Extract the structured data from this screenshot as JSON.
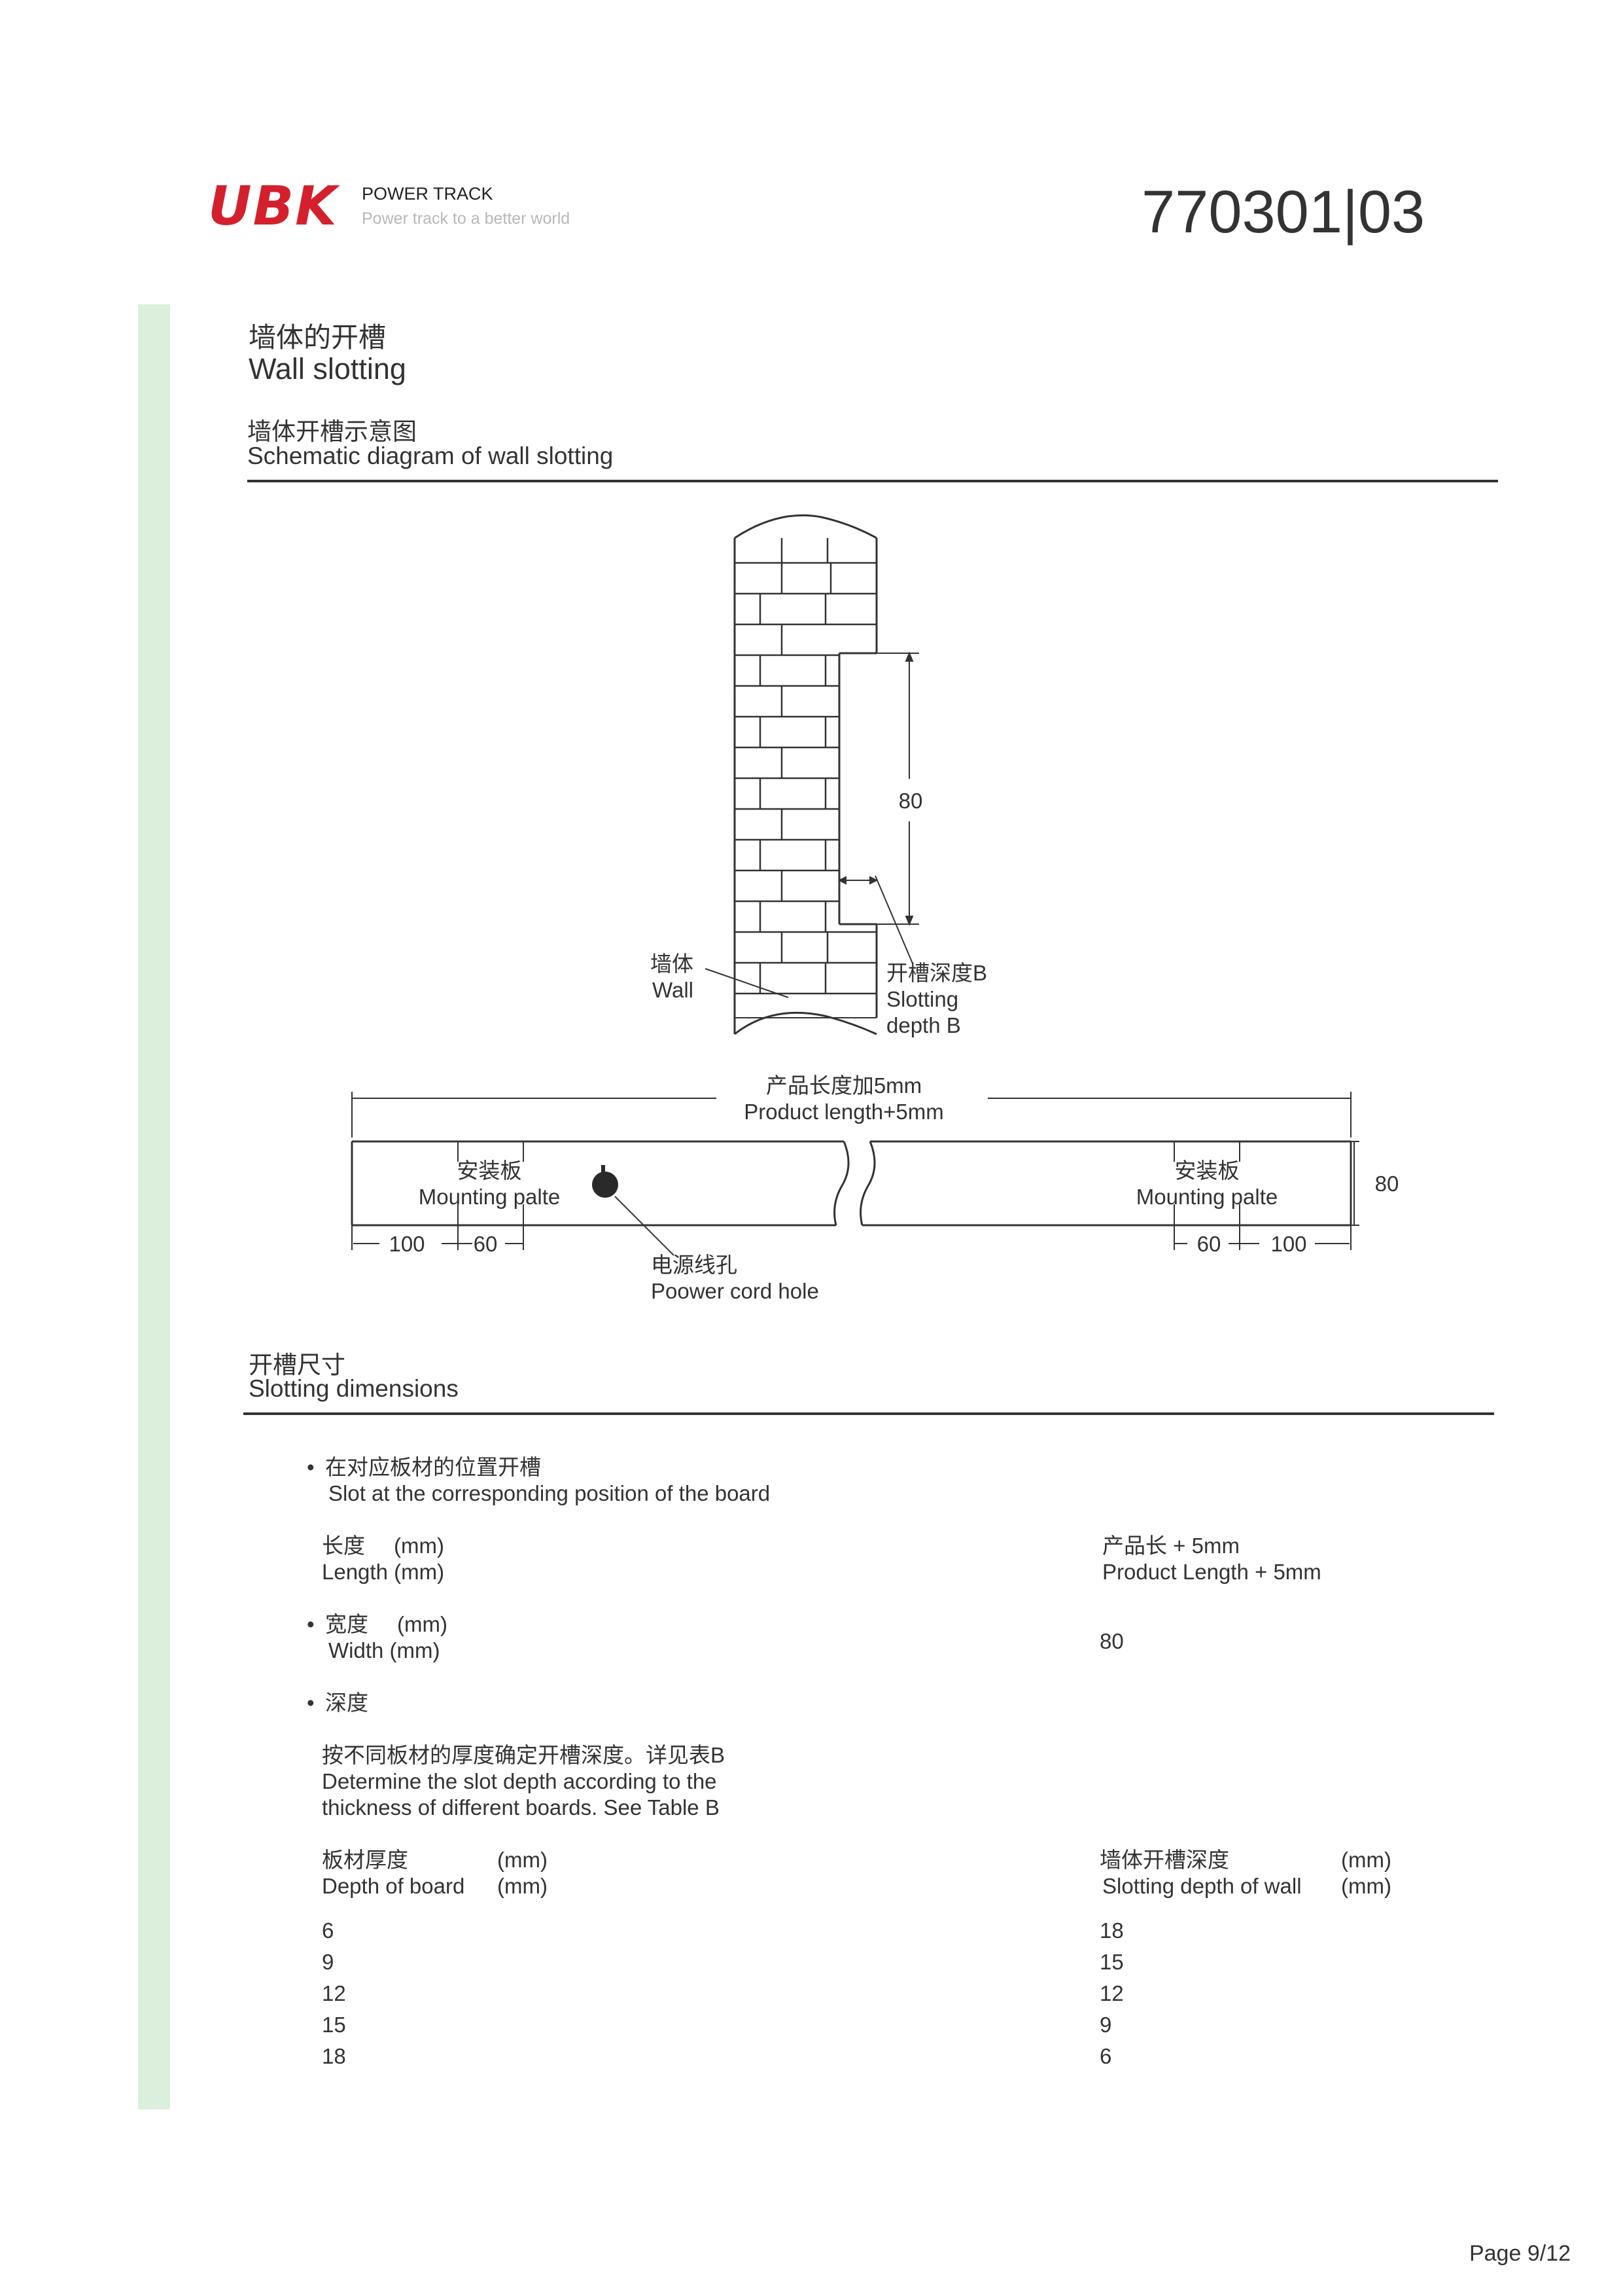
{
  "header": {
    "logo": "UBK",
    "product_line": "POWER TRACK",
    "slogan": "Power track to a better world",
    "doc_number": "770301|03"
  },
  "section1": {
    "title_cn": "墙体的开槽",
    "title_en": "Wall slotting",
    "subtitle_cn": "墙体开槽示意图",
    "subtitle_en": "Schematic diagram of wall slotting"
  },
  "diagram": {
    "dim_80_vertical": "80",
    "wall_cn": "墙体",
    "wall_en": "Wall",
    "slot_depth_cn": "开槽深度B",
    "slot_depth_en_1": "Slotting",
    "slot_depth_en_2": "depth B",
    "product_length_cn": "产品长度加5mm",
    "product_length_en": "Product length+5mm",
    "mount_left_cn": "安装板",
    "mount_left_en": "Mounting palte",
    "mount_right_cn": "安装板",
    "mount_right_en": "Mounting palte",
    "dim_80_right": "80",
    "left_100": "100",
    "left_60": "60",
    "right_60": "60",
    "right_100": "100",
    "cord_hole_cn": "电源线孔",
    "cord_hole_en": "Poower cord hole"
  },
  "section2": {
    "title_cn": "开槽尺寸",
    "title_en": "Slotting dimensions",
    "b1_cn": "在对应板材的位置开槽",
    "b1_en": "Slot at the corresponding position of the board",
    "length_cn": "长度",
    "length_unit": "(mm)",
    "length_en": "Length (mm)",
    "length_val_cn": "产品长 + 5mm",
    "length_val_en": "Product Length + 5mm",
    "width_cn": "宽度",
    "width_unit": "(mm)",
    "width_en": "Width (mm)",
    "width_val": "80",
    "depth_cn": "深度",
    "depth_desc_cn": "按不同板材的厚度确定开槽深度。详见表B",
    "depth_desc_en_1": "Determine the slot depth according to the",
    "depth_desc_en_2": "thickness of different boards. See Table B",
    "table": {
      "left_header_cn": "板材厚度",
      "left_header_en": "Depth of board",
      "right_header_cn": "墙体开槽深度",
      "right_header_en": "Slotting depth of wall",
      "unit": "(mm)",
      "board": [
        "6",
        "9",
        "12",
        "15",
        "18"
      ],
      "slot": [
        "18",
        "15",
        "12",
        "9",
        "6"
      ]
    }
  },
  "footer": {
    "page": "Page 9/12"
  }
}
